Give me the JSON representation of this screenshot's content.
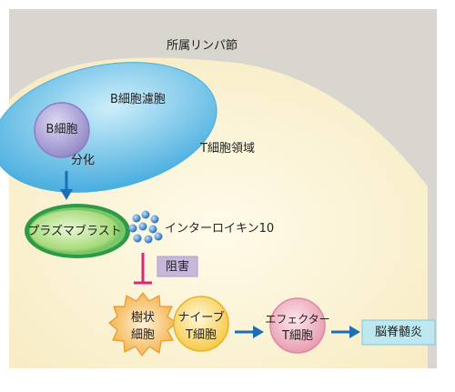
{
  "labels": {
    "lymph_node": "所属リンパ節",
    "b_follicle": "B細胞濾胞",
    "b_cell": "B細胞",
    "differentiation": "分化",
    "t_region": "T細胞領域",
    "plasmablast": "プラズマブラスト",
    "interleukin": "インターロイキン10",
    "inhibition": "阻害",
    "dendritic_1": "樹状",
    "dendritic_2": "細胞",
    "naive_1": "ナイーブ",
    "naive_2": "T細胞",
    "effector_1": "エフェクター",
    "effector_2": "T細胞",
    "myelitis": "脳脊髄炎"
  },
  "colors": {
    "lymph_bg": "#d9d6cf",
    "t_region": "#fbf5dc",
    "follicle": "#62bde6",
    "b_cell": "#a99fd3",
    "plasmablast": "#3aa74a",
    "il_dot": "#2a73bf",
    "inhibit": "#d62a79",
    "inhibit_box": "#c7b7d9",
    "dendritic": "#f2b23a",
    "naive": "#f6c63b",
    "effector": "#e99aae",
    "myelitis_box": "#bfe7ef",
    "arrow": "#1d6fb5"
  }
}
